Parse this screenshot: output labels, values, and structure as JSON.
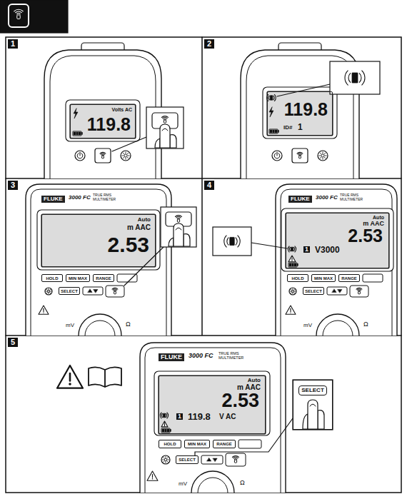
{
  "diagram": {
    "nodes": [
      {
        "text": [
          "1"
        ]
      },
      {
        "text": [
          "Volts AC",
          "119.8"
        ],
        "in": 0
      },
      {
        "text": [
          "2"
        ]
      },
      {
        "text": [
          "119.8",
          "ID#",
          "1"
        ],
        "in": 2
      },
      {
        "text": [
          "3"
        ]
      },
      {
        "text": [
          "Auto",
          "m AAC",
          "2.53"
        ],
        "in": 4
      },
      {
        "text": [
          "HOLD"
        ],
        "in": 4
      },
      {
        "text": [
          "MIN MAX"
        ],
        "in": 4
      },
      {
        "text": [
          "RANGE"
        ],
        "in": 4
      },
      {
        "text": [
          "SELECT"
        ],
        "in": 4
      },
      {
        "text": [
          "4"
        ]
      },
      {
        "text": [
          "Auto",
          "m AAC",
          "2.53",
          "1",
          "V3000"
        ],
        "in": 10
      },
      {
        "text": [
          "HOLD"
        ],
        "in": 10
      },
      {
        "text": [
          "MIN MAX"
        ],
        "in": 10
      },
      {
        "text": [
          "RANGE"
        ],
        "in": 10
      },
      {
        "text": [
          "SELECT"
        ],
        "in": 10
      },
      {
        "text": [
          "5"
        ]
      },
      {
        "text": [
          "Auto",
          "m AAC",
          "2.53",
          "1",
          "119.8",
          "V AC"
        ],
        "in": 16
      },
      {
        "text": [
          "HOLD"
        ],
        "in": 16
      },
      {
        "text": [
          "MIN MAX"
        ],
        "in": 16
      },
      {
        "text": [
          "RANGE"
        ],
        "in": 16
      },
      {
        "text": [
          "SELECT"
        ],
        "in": 16
      },
      {
        "text": [
          "SELECT"
        ],
        "in": 16
      }
    ],
    "edges": [
      {
        "from": 22,
        "to": 21,
        "arrow": "none"
      }
    ],
    "labels": [
      "FLUKE",
      "3000 FC",
      "TRUE RMS MULTIMETER",
      "mV",
      "Ω",
      "FLUKE",
      "3000 FC",
      "TRUE RMS MULTIMETER",
      "mV",
      "Ω",
      "FLUKE",
      "3000 FC",
      "TRUE RMS MULTIMETER",
      "mV",
      "Ω"
    ]
  }
}
